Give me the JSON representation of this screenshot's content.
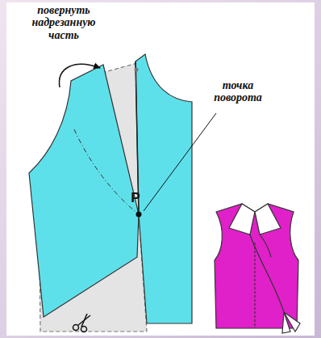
{
  "diagram": {
    "labels": [
      "повернуть надрезанную часть",
      "точка поворота",
      "P"
    ]
  }
}
